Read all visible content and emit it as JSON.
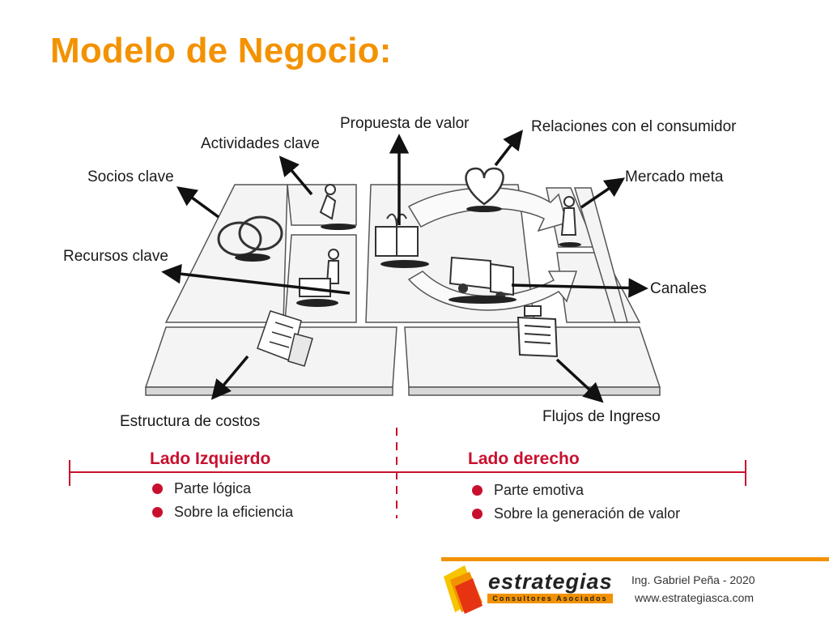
{
  "title": "Modelo de Negocio:",
  "labels": {
    "socios": "Socios clave",
    "actividades": "Actividades clave",
    "propuesta": "Propuesta de valor",
    "relaciones": "Relaciones con el consumidor",
    "mercado": "Mercado meta",
    "recursos": "Recursos clave",
    "canales": "Canales",
    "costos": "Estructura de costos",
    "ingresos": "Flujos de Ingreso"
  },
  "left": {
    "title": "Lado Izquierdo",
    "items": [
      "Parte lógica",
      "Sobre la eficiencia"
    ]
  },
  "right": {
    "title": "Lado derecho",
    "items": [
      "Parte emotiva",
      "Sobre la generación de valor"
    ]
  },
  "footer": {
    "brand": "estrategias",
    "brand_sub": "Consultores Asociados",
    "author": "Ing. Gabriel Peña - 2020",
    "website": "www.estrategiasca.com"
  },
  "colors": {
    "accent": "#f39200",
    "red": "#c8102e"
  },
  "icons": [
    "rings-icon",
    "worker-icon",
    "gift-box-icon",
    "heart-icon",
    "customer-icon",
    "truck-icon",
    "cash-register-icon",
    "document-icon"
  ]
}
